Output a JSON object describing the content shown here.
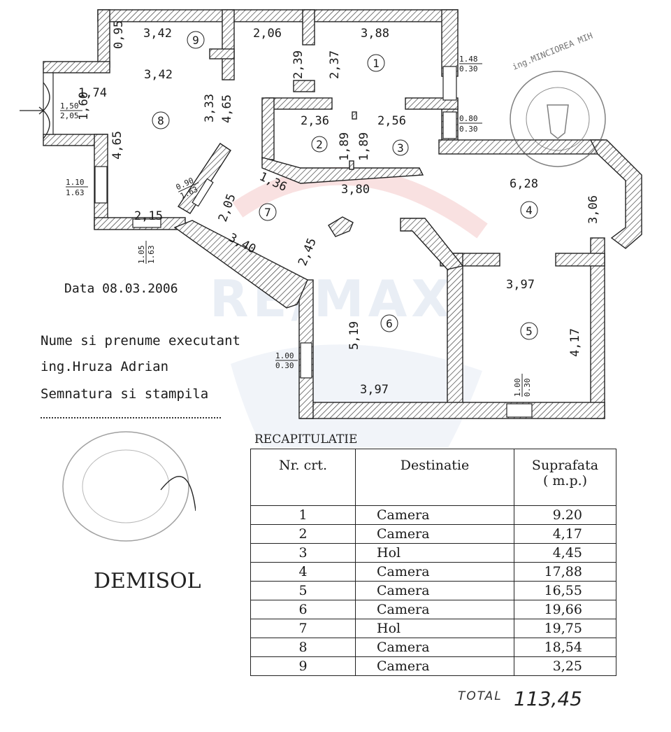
{
  "rooms": [
    {
      "num": "1"
    },
    {
      "num": "2"
    },
    {
      "num": "3"
    },
    {
      "num": "4"
    },
    {
      "num": "5"
    },
    {
      "num": "6"
    },
    {
      "num": "7"
    },
    {
      "num": "8"
    },
    {
      "num": "9"
    }
  ],
  "dimensions": {
    "r9_top": "3,42",
    "r9_side": "0,95",
    "r8_width": "3,42",
    "r8_opening": "1,74",
    "r8_left": "1,60",
    "r8_height": "4,65",
    "r8_right1": "3,33",
    "r8_right2": "4,65",
    "corr_top": "2,06",
    "corr_a": "2,39",
    "corr_b": "2,37",
    "r1_top": "3,88",
    "r2_top": "2,36",
    "r2_a": "1,89",
    "r2_b": "1,89",
    "r3_top": "2,56",
    "r7_a": "1,36",
    "r7_b": "3,80",
    "r7_c": "2,05",
    "r7_d": "3,40",
    "r7_e": "2,45",
    "r8_bottom": "2,15",
    "r4_top": "6,28",
    "r4_right": "3,06",
    "r5_top": "3,97",
    "r5_right": "4,17",
    "r6_left": "5,19",
    "r6_bottom": "3,97"
  },
  "openings": {
    "door_entry_top": "1,50",
    "door_entry_bottom": "2,05",
    "win_r1_top": "1.48",
    "win_r1_bottom": "0.30",
    "win_r3_top": "0.80",
    "win_r3_bottom": "0.30",
    "win_r8_top": "1.10",
    "win_r8_bottom": "1.63",
    "win_diag_top": "0.90",
    "win_diag_bottom": "1.63",
    "win_r8b_top": "1.05",
    "win_r8b_bottom": "1.63",
    "win_r6_top": "1.00",
    "win_r6_bottom": "0.30",
    "win_r5_top": "1.00",
    "win_r5_bottom": "0.30"
  },
  "info": {
    "date": "Data 08.03.2006",
    "name_label": "Nume si prenume executant",
    "engineer": "ing.Hruza Adrian",
    "signature_label": "Semnatura si stampila"
  },
  "watermark": "RE/MAX",
  "floor_label": "DEMISOL",
  "recap": {
    "title": "RECAPITULATIE",
    "headers": {
      "nr": "Nr. crt.",
      "dest": "Destinatie",
      "surf_1": "Suprafata",
      "surf_2": "( m.p.)"
    },
    "rows": [
      {
        "nr": "1",
        "dest": "Camera",
        "surf": "9.20"
      },
      {
        "nr": "2",
        "dest": "Camera",
        "surf": "4,17"
      },
      {
        "nr": "3",
        "dest": "Hol",
        "surf": "4,45"
      },
      {
        "nr": "4",
        "dest": "Camera",
        "surf": "17,88"
      },
      {
        "nr": "5",
        "dest": "Camera",
        "surf": "16,55"
      },
      {
        "nr": "6",
        "dest": "Camera",
        "surf": "19,66"
      },
      {
        "nr": "7",
        "dest": "Hol",
        "surf": "19,75"
      },
      {
        "nr": "8",
        "dest": "Camera",
        "surf": "18,54"
      },
      {
        "nr": "9",
        "dest": "Camera",
        "surf": "3,25"
      }
    ],
    "total_label": "TOTAL",
    "total_value": "113,45"
  },
  "stamp_text": "ing.MINCIOREA MIH"
}
